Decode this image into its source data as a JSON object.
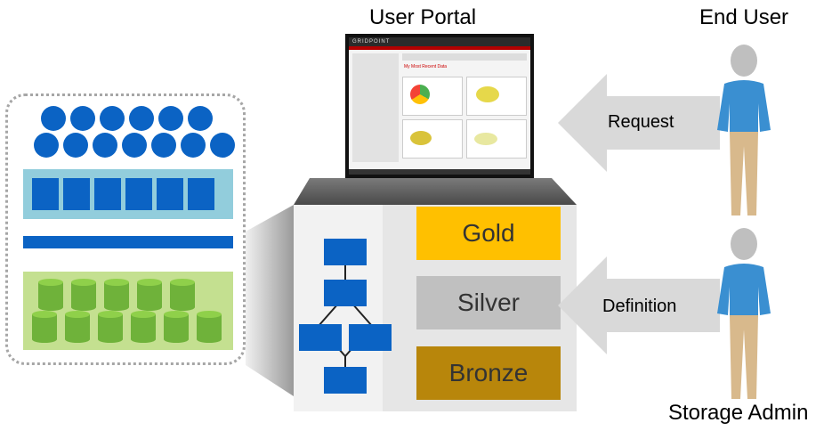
{
  "labels": {
    "user_portal": "User Portal",
    "end_user": "End User",
    "storage_admin": "Storage Admin",
    "request": "Request",
    "definition": "Definition"
  },
  "service_tiers": [
    {
      "name": "Gold",
      "color": "#ffc000"
    },
    {
      "name": "Silver",
      "color": "#c0c0c0"
    },
    {
      "name": "Bronze",
      "color": "#b8860b"
    }
  ],
  "colors": {
    "blue": "#0b63c4",
    "light_blue": "#92cddc",
    "light_green": "#c4e090",
    "green": "#6fb23a",
    "pool_border": "#a6a6a6",
    "arrow_gray": "#d9d9d9",
    "person_shirt": "#3a8fd1",
    "person_pants": "#d8b98c"
  },
  "portal": {
    "brand": "GRIDPOINT",
    "heading": "My Most Recent Data"
  }
}
